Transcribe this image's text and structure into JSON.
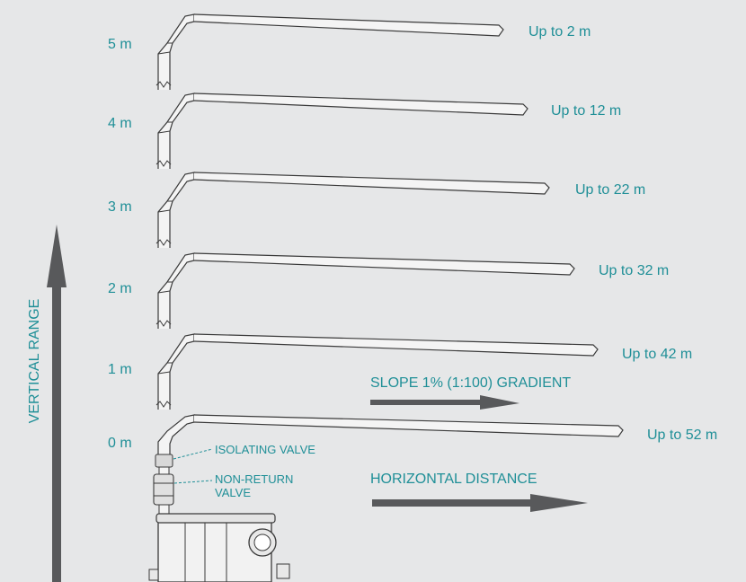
{
  "colors": {
    "background": "#e6e7e8",
    "label": "#1f8f97",
    "arrow": "#58595b",
    "pipe_stroke": "#3a3a3a",
    "pipe_fill": "#f4f4f4"
  },
  "vertical_axis_label": "VERTICAL RANGE",
  "levels": [
    {
      "height": "5 m",
      "distance": "Up to 2 m"
    },
    {
      "height": "4 m",
      "distance": "Up to 12 m"
    },
    {
      "height": "3 m",
      "distance": "Up to 22 m"
    },
    {
      "height": "2 m",
      "distance": "Up to 32 m"
    },
    {
      "height": "1 m",
      "distance": "Up to 42 m"
    },
    {
      "height": "0 m",
      "distance": "Up to 52 m"
    }
  ],
  "slope_label": "SLOPE 1% (1:100) GRADIENT",
  "horizontal_label": "HORIZONTAL DISTANCE",
  "callouts": {
    "isolating_valve": "ISOLATING VALVE",
    "non_return_line1": "NON-RETURN",
    "non_return_line2": "VALVE"
  }
}
